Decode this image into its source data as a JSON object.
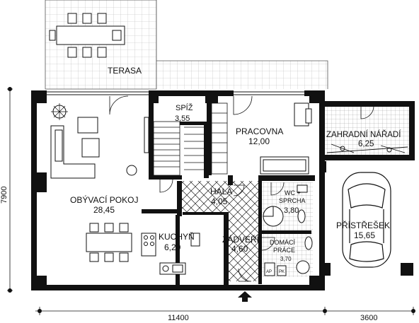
{
  "rooms": {
    "terasa": {
      "name": "TERASA"
    },
    "spiz": {
      "name": "SPÍŽ",
      "area": "3,55"
    },
    "pracovna": {
      "name": "PRACOVNA",
      "area": "12,00"
    },
    "zahradni_naradi": {
      "name": "ZAHRADNÍ NÁŘADÍ",
      "area": "6,25"
    },
    "obyvaci_pokoj": {
      "name": "OBÝVACÍ POKOJ",
      "area": "28,45"
    },
    "hala": {
      "name": "HALA",
      "area": "4,05"
    },
    "wc_sprcha": {
      "name_line1": "WC +",
      "name_line2": "SPRCHA",
      "area": "3,80"
    },
    "pristresek": {
      "name": "PŘÍSTŘEŠEK",
      "area": "15,65"
    },
    "kuchyn": {
      "name": "KUCHYŇ",
      "area": "6,20"
    },
    "zadveri": {
      "name": "ZÁDVEŘÍ",
      "area": "4,60"
    },
    "domaci_prace": {
      "name_line1": "DOMÁCÍ",
      "name_line2": "PRÁCE",
      "area": "3,70"
    }
  },
  "fixtures": {
    "ap": "AP",
    "pk": "PK"
  },
  "dimensions": {
    "height": "7900",
    "width_house": "11400",
    "width_carport": "3600"
  }
}
